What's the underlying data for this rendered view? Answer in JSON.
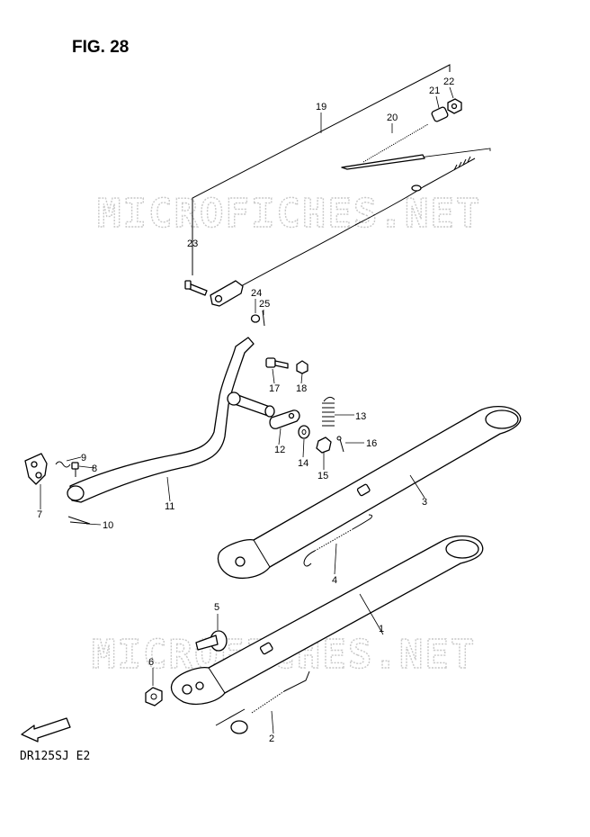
{
  "figure": {
    "title": "FIG. 28",
    "model_code": "DR125SJ E2",
    "watermark": "MICROFICHES.NET",
    "fwd_label": "FWD"
  },
  "callouts": [
    "1",
    "2",
    "3",
    "4",
    "5",
    "6",
    "7",
    "8",
    "9",
    "10",
    "11",
    "12",
    "13",
    "14",
    "15",
    "16",
    "17",
    "18",
    "19",
    "20",
    "21",
    "22",
    "23",
    "24",
    "25"
  ],
  "parts": [
    {
      "ref": "1",
      "name": "stand"
    },
    {
      "ref": "2",
      "name": "spring"
    },
    {
      "ref": "3",
      "name": "stand"
    },
    {
      "ref": "4",
      "name": "spring"
    },
    {
      "ref": "5",
      "name": "bolt"
    },
    {
      "ref": "6",
      "name": "nut"
    },
    {
      "ref": "7",
      "name": "lever"
    },
    {
      "ref": "8",
      "name": "pin"
    },
    {
      "ref": "9",
      "name": "spring"
    },
    {
      "ref": "10",
      "name": "cotter-pin"
    },
    {
      "ref": "11",
      "name": "lever"
    },
    {
      "ref": "12",
      "name": "arm"
    },
    {
      "ref": "13",
      "name": "spring"
    },
    {
      "ref": "14",
      "name": "washer"
    },
    {
      "ref": "15",
      "name": "nut"
    },
    {
      "ref": "16",
      "name": "cotter-pin"
    },
    {
      "ref": "17",
      "name": "bolt"
    },
    {
      "ref": "18",
      "name": "nut"
    },
    {
      "ref": "19",
      "name": "cable"
    },
    {
      "ref": "20",
      "name": "spring"
    },
    {
      "ref": "21",
      "name": "adjuster"
    },
    {
      "ref": "22",
      "name": "nut"
    },
    {
      "ref": "23",
      "name": "bolt"
    },
    {
      "ref": "24",
      "name": "washer"
    },
    {
      "ref": "25",
      "name": "cotter-pin"
    }
  ]
}
